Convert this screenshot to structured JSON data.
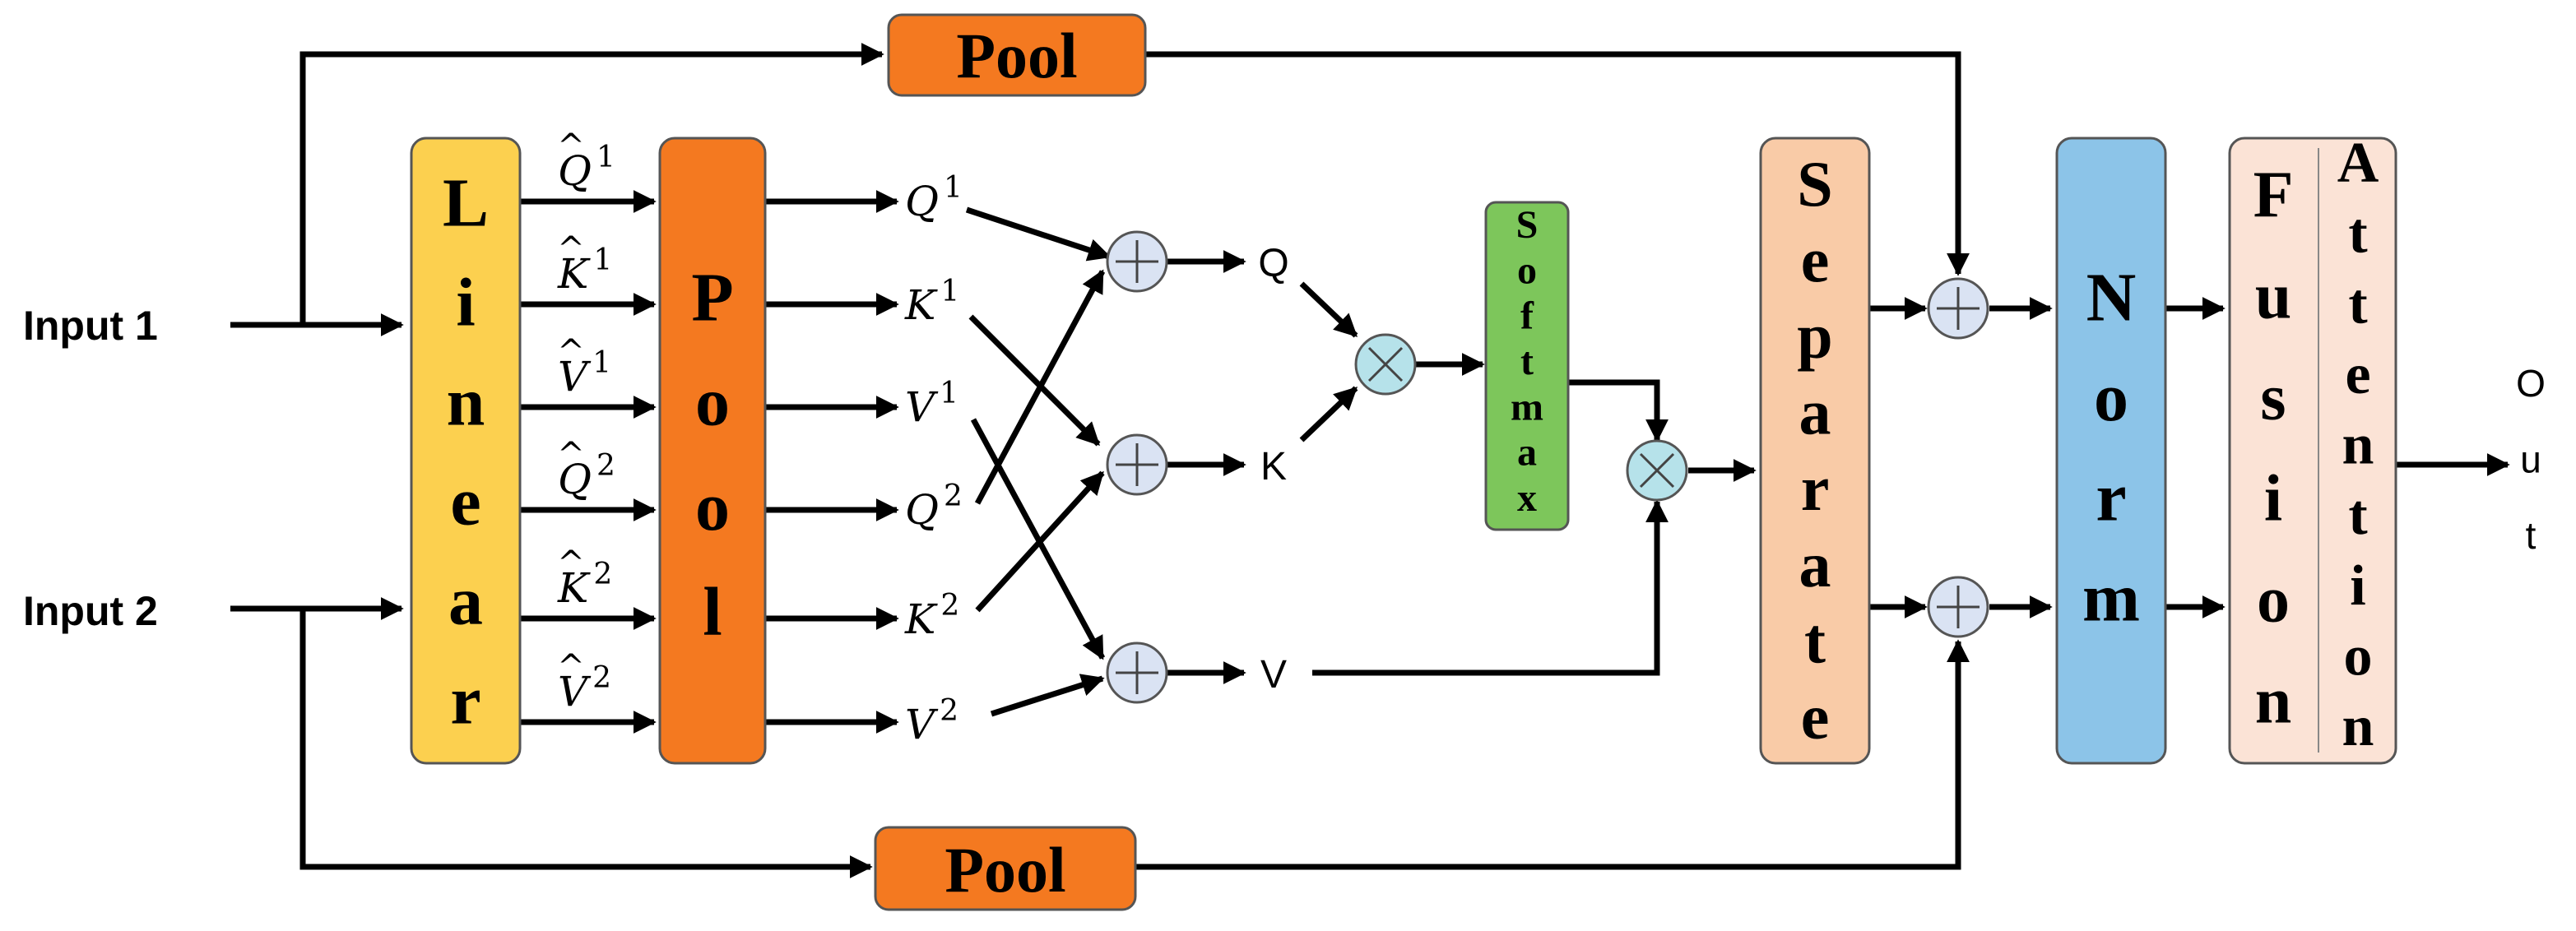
{
  "inputs": {
    "input1": "Input 1",
    "input2": "Input 2"
  },
  "blocks": {
    "linear": "Linear",
    "pool_main": "Pool",
    "pool_top": "Pool",
    "pool_bottom": "Pool",
    "softmax": "Softmax",
    "separate": "Separate",
    "norm": "Norm",
    "fusion": "Fusion",
    "attention": "Attention"
  },
  "linear_outputs": [
    {
      "base": "Q",
      "sup": "1",
      "hat": "^"
    },
    {
      "base": "K",
      "sup": "1",
      "hat": "^"
    },
    {
      "base": "V",
      "sup": "1",
      "hat": "^"
    },
    {
      "base": "Q",
      "sup": "2",
      "hat": "^"
    },
    {
      "base": "K",
      "sup": "2",
      "hat": "^"
    },
    {
      "base": "V",
      "sup": "2",
      "hat": "^"
    }
  ],
  "pool_outputs": [
    {
      "base": "Q",
      "sup": "1"
    },
    {
      "base": "K",
      "sup": "1"
    },
    {
      "base": "V",
      "sup": "1"
    },
    {
      "base": "Q",
      "sup": "2"
    },
    {
      "base": "K",
      "sup": "2"
    },
    {
      "base": "V",
      "sup": "2"
    }
  ],
  "combined": {
    "q": "Q",
    "k": "K",
    "v": "V"
  },
  "output_label": "Out",
  "colors": {
    "linear": "#FCD04F",
    "pool": "#F47920",
    "softmax": "#7DC65B",
    "separate": "#F9CBA7",
    "norm": "#8CC4E8",
    "fusion": "#FBE3D6",
    "add_circle": "#DAE3F3",
    "mul_circle": "#B6E2EA",
    "stroke": "#555555"
  }
}
